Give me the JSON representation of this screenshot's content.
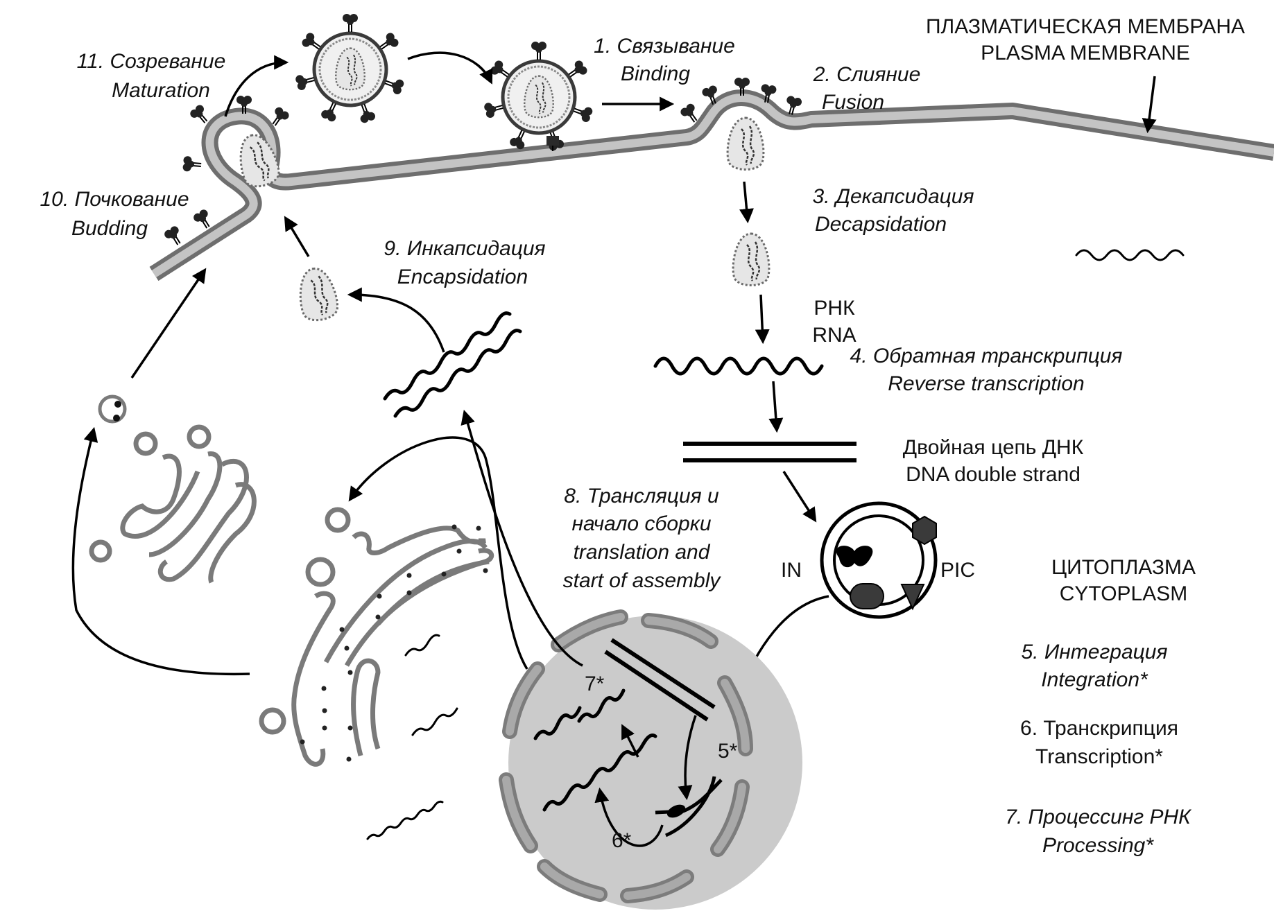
{
  "title": "Retrovirus replication cycle",
  "colors": {
    "membrane_outer": "#6e6e6e",
    "membrane_inner": "#c4c4c4",
    "nucleus_fill": "#cbcbcb",
    "nuclear_pore": "#a9a9a9",
    "protein_dark": "#3a3a3a",
    "capsid_fill": "#e6e6e6",
    "text": "#111111"
  },
  "regions": {
    "plasma_membrane": {
      "ru": "ПЛАЗМАТИЧЕСКАЯ МЕМБРАНА",
      "en": "PLASMA MEMBRANE"
    },
    "cytoplasm": {
      "ru": "ЦИТОПЛАЗМА",
      "en": "CYTOPLASM"
    }
  },
  "steps": [
    {
      "id": 1,
      "ru": "1. Связывание",
      "en": "Binding"
    },
    {
      "id": 2,
      "ru": "2. Слияние",
      "en": "Fusion"
    },
    {
      "id": 3,
      "ru": "3. Декапсидация",
      "en": "Decapsidation"
    },
    {
      "id": 4,
      "ru": "4. Обратная транскрипция",
      "en": "Reverse transcription"
    },
    {
      "id": 5,
      "ru": "5. Интеграция",
      "en": "Integration*"
    },
    {
      "id": 6,
      "ru": "6. Транскрипция",
      "en": "Transcription*"
    },
    {
      "id": 7,
      "ru": "7. Процессинг РНК",
      "en": "Processing*"
    },
    {
      "id": 8,
      "ru_line1": "8. Трансляция и",
      "ru_line2": "начало сборки",
      "en_line1": "translation and",
      "en_line2": "start of assembly"
    },
    {
      "id": 9,
      "ru": "9. Инкапсидация",
      "en": "Encapsidation"
    },
    {
      "id": 10,
      "ru": "10. Почкование",
      "en": "Budding"
    },
    {
      "id": 11,
      "ru": "11. Созревание",
      "en": "Maturation"
    }
  ],
  "molecules": {
    "rna": {
      "ru": "РНК",
      "en": "RNA"
    },
    "dsdna": {
      "ru": "Двойная цепь ДНК",
      "en": "DNA double strand"
    },
    "integrase": "IN",
    "pic": "PIC"
  },
  "nucleus_markers": {
    "m5": "5*",
    "m6": "6*",
    "m7": "7*"
  }
}
